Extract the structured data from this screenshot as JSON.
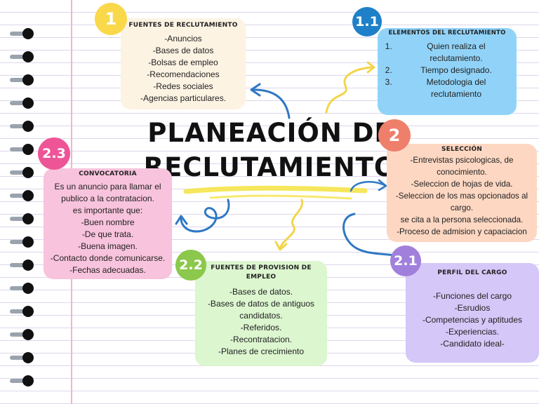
{
  "title": {
    "line1": "PLANEACIÓN DE",
    "line2": "RECLUTAMIENTO"
  },
  "nodes": {
    "n1": {
      "badge": "1",
      "heading": "FUENTES DE RECLUTAMIENTO",
      "items": [
        "-Anuncios",
        "-Bases de datos",
        "-Bolsas de empleo",
        "-Recomendaciones",
        "-Redes sociales",
        "-Agencias particulares."
      ]
    },
    "n11": {
      "badge": "1.1",
      "heading": "ELEMENTOS DEL RECLUTAMIENTO",
      "items": [
        "Quien realiza el reclutamiento.",
        "Tiempo designado.",
        "Metodologia del reclutamiento"
      ]
    },
    "n2": {
      "badge": "2",
      "heading": "SELECCIÓN",
      "items": [
        "-Entrevistas psicologicas, de conocimiento.",
        "-Seleccion de hojas de vida.",
        "-Seleccion de los mas opcionados al cargo.",
        "se cita a la persona seleccionada.",
        "-Proceso de admision y capaciacion"
      ]
    },
    "n21": {
      "badge": "2.1",
      "heading": "PERFIL DEL CARGO",
      "items": [
        "-Funciones del cargo",
        "-Esrudios",
        "-Competencias y aptitudes",
        "-Experiencias.",
        "-Candidato ideal-"
      ]
    },
    "n22": {
      "badge": "2.2",
      "heading": "FUENTES DE PROVISION DE EMPLEO",
      "items": [
        "-Bases de datos.",
        "-Bases de datos de antiguos candidatos.",
        "-Referidos.",
        "-Recontratacion.",
        "-Planes de crecimiento"
      ]
    },
    "n23": {
      "badge": "2.3",
      "heading": "CONVOCATORIA",
      "items": [
        "Es un anuncio para llamar el publico a la contratacion.",
        "es importante que:",
        "-Buen nombre",
        "-De que trata.",
        "-Buena imagen.",
        "-Contacto donde comunicarse.",
        "-Fechas adecuadas."
      ]
    }
  },
  "colors": {
    "n1_box": "#fdf3e3",
    "n1_badge": "#f9d84a",
    "n11_box": "#91d3f8",
    "n11_badge": "#1e80c8",
    "n2_box": "#fdd7c2",
    "n2_badge": "#ee7f6b",
    "n21_box": "#d5c7f7",
    "n21_badge": "#a180dc",
    "n22_box": "#dcf6cf",
    "n22_badge": "#8bc84b",
    "n23_box": "#f8c3dc",
    "n23_badge": "#ee5597",
    "arrow_blue": "#2f78c4",
    "arrow_yellow": "#f3d54a",
    "highlight": "#f5e44a"
  }
}
